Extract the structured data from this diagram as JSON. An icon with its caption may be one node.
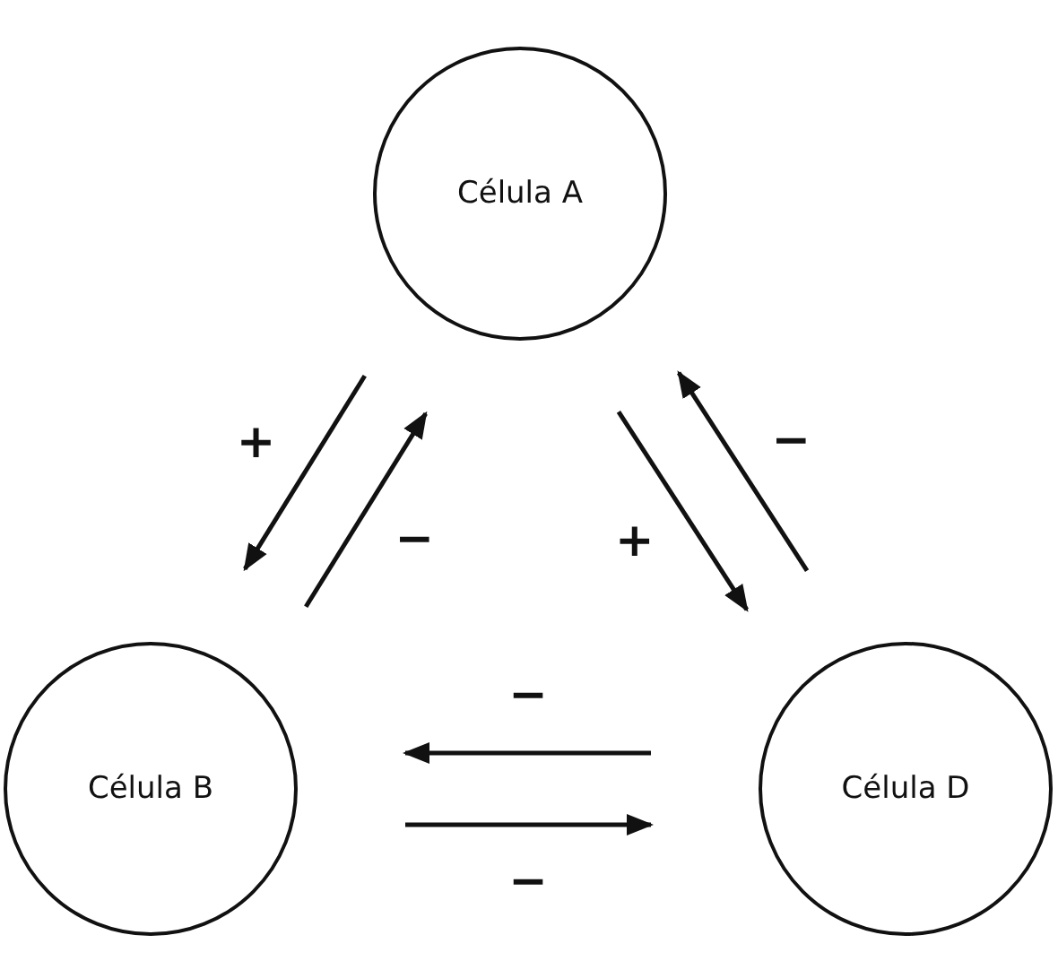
{
  "diagram": {
    "nodes": [
      {
        "text": [
          "Célula A"
        ]
      },
      {
        "text": [
          "Célula B"
        ]
      },
      {
        "text": [
          "Célula D"
        ]
      }
    ],
    "edges": [
      {
        "from": 0,
        "to": 1,
        "arrow": "to",
        "label": "+"
      },
      {
        "from": 1,
        "to": 0,
        "arrow": "to",
        "label": "−"
      },
      {
        "from": 0,
        "to": 2,
        "arrow": "to",
        "label": "+"
      },
      {
        "from": 2,
        "to": 0,
        "arrow": "to",
        "label": "−"
      },
      {
        "from": 2,
        "to": 1,
        "arrow": "to",
        "label": "−"
      },
      {
        "from": 1,
        "to": 2,
        "arrow": "to",
        "label": "−"
      }
    ]
  }
}
